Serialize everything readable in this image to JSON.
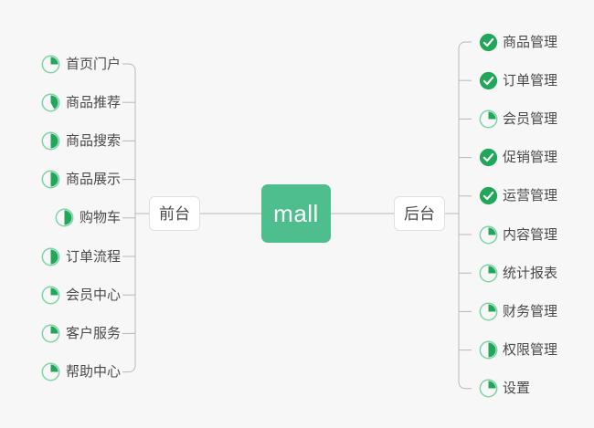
{
  "theme": {
    "background": "#f7f7f7",
    "accent_green": "#4fbe8e",
    "icon_green": "#21a75a",
    "icon_ring": "#7fd3a6",
    "text_dark": "#4a4a4a",
    "wire_gray": "#b8b8b8",
    "node_border": "#e0e0e0"
  },
  "center": {
    "root_label": "mall",
    "left_branch_label": "前台",
    "right_branch_label": "后台"
  },
  "left_branch": {
    "label": "前台",
    "items": [
      {
        "label": "首页门户",
        "icon": "pie-progress-icon",
        "progress": 25
      },
      {
        "label": "商品推荐",
        "icon": "pie-progress-icon",
        "progress": 42
      },
      {
        "label": "商品搜索",
        "icon": "pie-progress-icon",
        "progress": 50
      },
      {
        "label": "商品展示",
        "icon": "pie-progress-icon",
        "progress": 50
      },
      {
        "label": "购物车",
        "icon": "pie-progress-icon",
        "progress": 50
      },
      {
        "label": "订单流程",
        "icon": "pie-progress-icon",
        "progress": 50
      },
      {
        "label": "会员中心",
        "icon": "pie-progress-icon",
        "progress": 25
      },
      {
        "label": "客户服务",
        "icon": "pie-progress-icon",
        "progress": 25
      },
      {
        "label": "帮助中心",
        "icon": "pie-progress-icon",
        "progress": 25
      }
    ]
  },
  "right_branch": {
    "label": "后台",
    "items": [
      {
        "label": "商品管理",
        "icon": "check-circle-icon",
        "progress": 100
      },
      {
        "label": "订单管理",
        "icon": "check-circle-icon",
        "progress": 100
      },
      {
        "label": "会员管理",
        "icon": "pie-progress-icon",
        "progress": 25
      },
      {
        "label": "促销管理",
        "icon": "check-circle-icon",
        "progress": 100
      },
      {
        "label": "运营管理",
        "icon": "check-circle-icon",
        "progress": 100
      },
      {
        "label": "内容管理",
        "icon": "pie-progress-icon",
        "progress": 25
      },
      {
        "label": "统计报表",
        "icon": "pie-progress-icon",
        "progress": 25
      },
      {
        "label": "财务管理",
        "icon": "pie-progress-icon",
        "progress": 25
      },
      {
        "label": "权限管理",
        "icon": "pie-progress-icon",
        "progress": 50
      },
      {
        "label": "设置",
        "icon": "pie-progress-icon",
        "progress": 25
      }
    ]
  }
}
